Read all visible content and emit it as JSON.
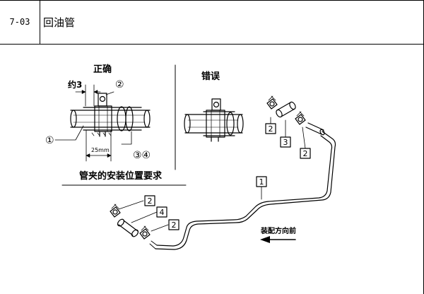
{
  "header": {
    "section_number": "7-03",
    "title": "回油管"
  },
  "diagram": {
    "detail_correct_label": "正确",
    "detail_wrong_label": "错误",
    "dim_about_3": "约3",
    "dim_25mm": "25mm",
    "callout_1": "①",
    "callout_2": "②",
    "callout_34": "③④",
    "caption": "管夹的安装位置要求",
    "part_1": "1",
    "part_2a": "2",
    "part_2b": "2",
    "part_2c": "2",
    "part_2d": "2",
    "part_3": "3",
    "part_4": "4",
    "direction_label": "装配方向前"
  }
}
